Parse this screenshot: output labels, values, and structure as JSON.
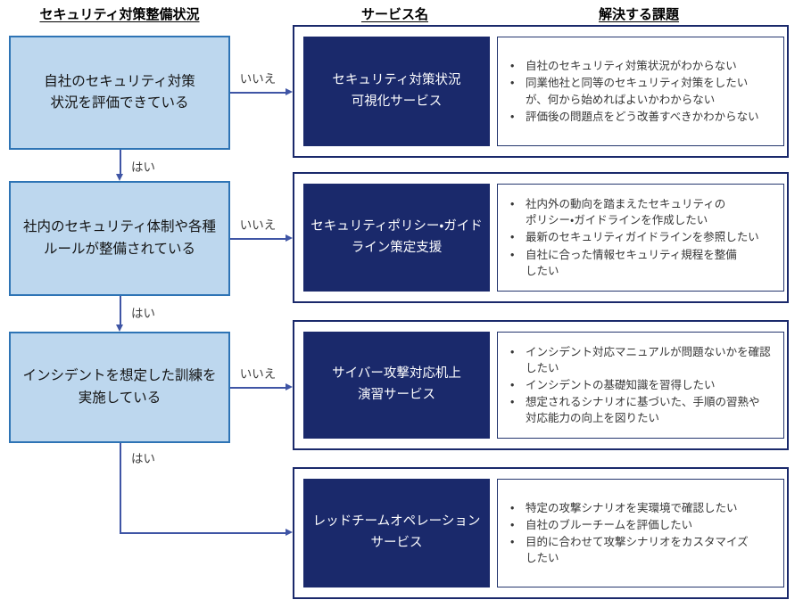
{
  "headers": {
    "status": "セキュリティ対策整備状況",
    "service": "サービス名",
    "issues": "解決する課題"
  },
  "labels": {
    "yes": "はい",
    "no": "いいえ"
  },
  "bullet_char": "•",
  "questions": [
    {
      "text": "自社のセキュリティ対策\n状況を評価できている"
    },
    {
      "text": "社内のセキュリティ体制や各種\nルールが整備されている"
    },
    {
      "text": "インシデントを想定した訓練を\n実施している"
    }
  ],
  "services": [
    {
      "name": "セキュリティ対策状況\n可視化サービス",
      "issues": [
        "自社のセキュリティ対策状況がわからない",
        "同業他社と同等のセキュリティ対策をしたい\nが、何から始めればよいかわからない",
        "評価後の問題点をどう改善すべきかわからない"
      ]
    },
    {
      "name": "セキュリティポリシー・ガイド\nライン策定支援",
      "issues": [
        "社内外の動向を踏まえたセキュリティの\nポリシー・ガイドラインを作成したい",
        "最新のセキュリティガイドラインを参照したい",
        "自社に合った情報セキュリティ規程を整備\nしたい"
      ]
    },
    {
      "name": "サイバー攻撃対応机上\n演習サービス",
      "issues": [
        "インシデント対応マニュアルが問題ないかを確認\nしたい",
        "インシデントの基礎知識を習得したい",
        "想定されるシナリオに基づいた、手順の習熟や\n対応能力の向上を図りたい"
      ]
    },
    {
      "name": "レッドチームオペレーション\nサービス",
      "issues": [
        "特定の攻撃シナリオを実環境で確認したい",
        "自社のブルーチームを評価したい",
        "目的に合わせて攻撃シナリオをカスタマイズ\nしたい"
      ]
    }
  ],
  "colors": {
    "question_fill": "#bdd7ee",
    "question_border": "#2e74b5",
    "service_fill": "#1a296b",
    "container_border": "#1a296b",
    "issue_border": "#24366e",
    "connector": "#3f55a5"
  }
}
